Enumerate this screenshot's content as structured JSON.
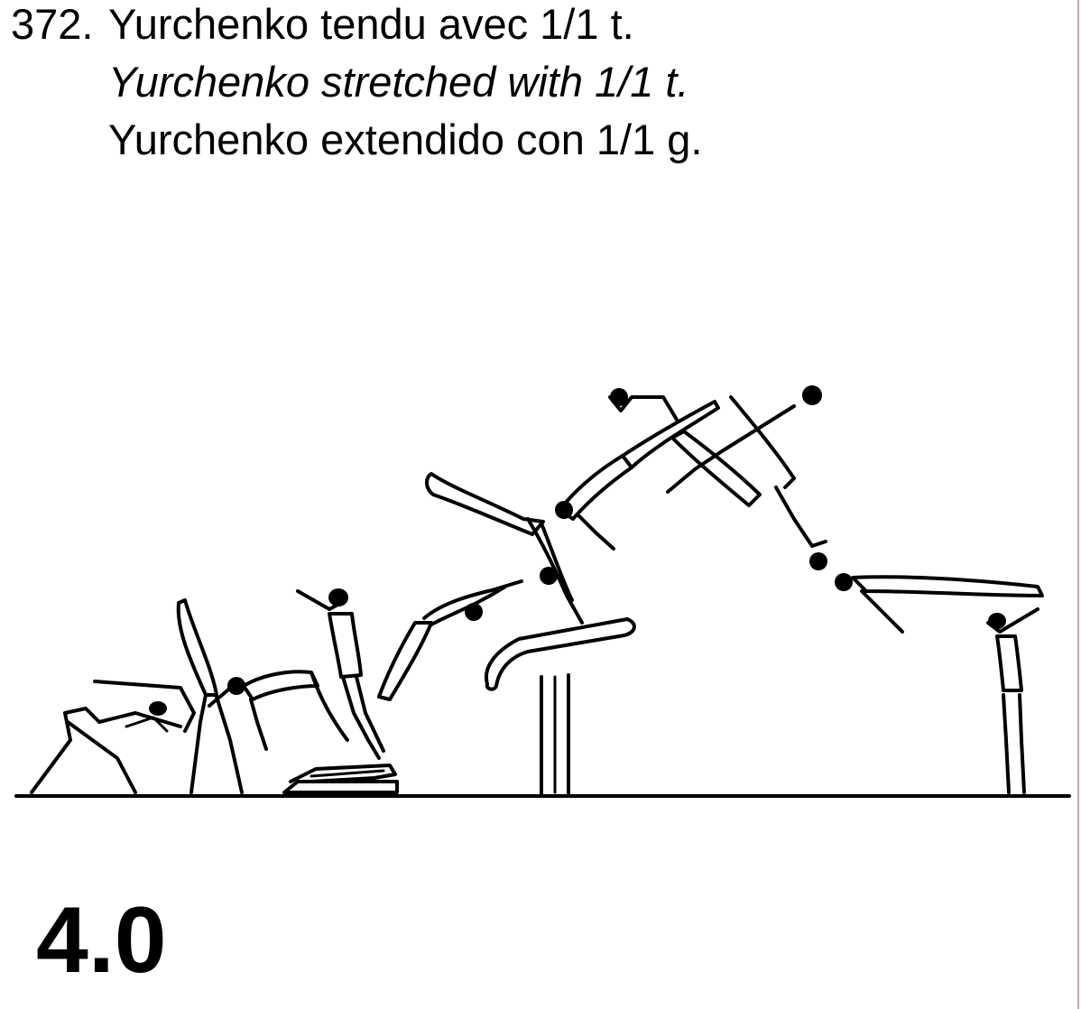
{
  "element": {
    "number": "372.",
    "name_fr": "Yurchenko tendu avec 1/1 t.",
    "name_en": "Yurchenko stretched with 1/1 t.",
    "name_es": "Yurchenko extendido con 1/1 g."
  },
  "difficulty_value": "4.0"
}
